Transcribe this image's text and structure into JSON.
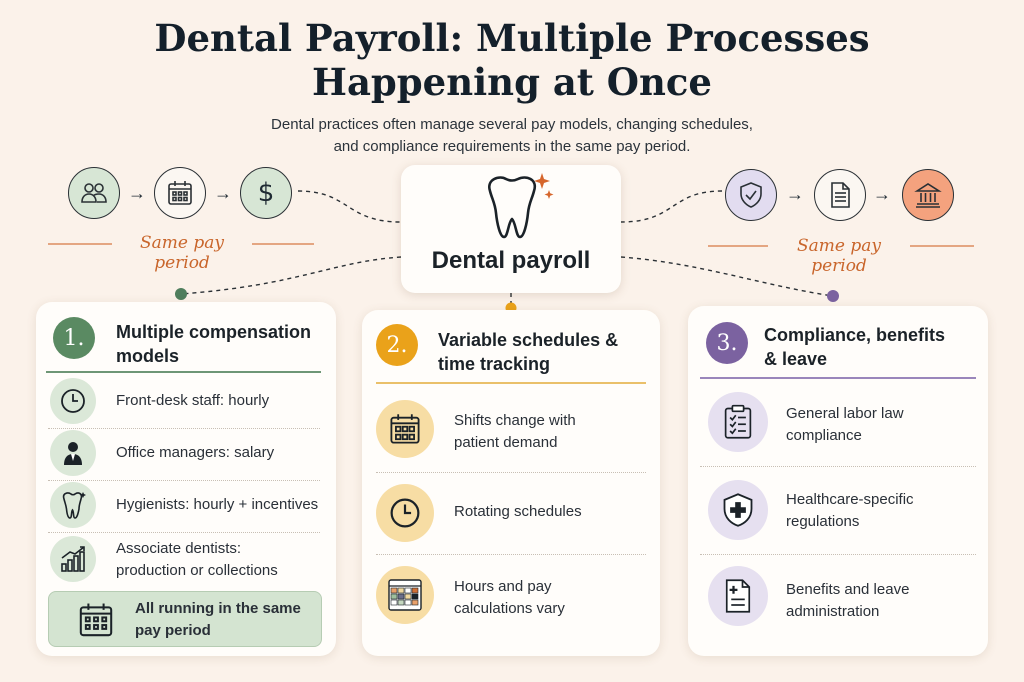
{
  "title": {
    "line1": "Dental Payroll: Multiple Processes",
    "line2": "Happening at Once"
  },
  "subtitle": {
    "line1": "Dental practices often manage several pay models, changing schedules,",
    "line2": "and compliance requirements in the same pay period."
  },
  "left_flow": {
    "icons": [
      "people-icon",
      "calendar-icon",
      "dollar-icon"
    ],
    "label": "Same pay period",
    "colors": {
      "fill": "#d7e6d5"
    }
  },
  "right_flow": {
    "icons": [
      "shield-check-icon",
      "document-icon",
      "bank-icon"
    ],
    "label": "Same pay period",
    "colors": {
      "shield": "#e2dcf0",
      "bank": "#f4a27e"
    }
  },
  "center": {
    "label": "Dental payroll",
    "icon": "tooth-sparkle-icon"
  },
  "cards": [
    {
      "number": "1.",
      "heading_line1": "Multiple compensation",
      "heading_line2": "models",
      "accent": "#5a8a62",
      "items": [
        {
          "icon": "clock-icon",
          "line1": "Front-desk staff: hourly",
          "line2": ""
        },
        {
          "icon": "manager-icon",
          "line1": "Office managers: salary",
          "line2": ""
        },
        {
          "icon": "tooth-icon",
          "line1": "Hygienists: hourly + incentives",
          "line2": ""
        },
        {
          "icon": "growth-chart-icon",
          "line1": "Associate dentists:",
          "line2": "production or collections"
        }
      ],
      "footer": {
        "icon": "calendar-icon",
        "line1": "All running in the same",
        "line2": "pay period"
      }
    },
    {
      "number": "2.",
      "heading_line1": "Variable schedules &",
      "heading_line2": "time tracking",
      "accent": "#eaa21a",
      "items": [
        {
          "icon": "calendar-grid-icon",
          "line1": "Shifts change with",
          "line2": "patient demand"
        },
        {
          "icon": "clock-icon",
          "line1": "Rotating schedules",
          "line2": ""
        },
        {
          "icon": "timesheet-icon",
          "line1": "Hours and pay",
          "line2": "calculations vary"
        }
      ]
    },
    {
      "number": "3.",
      "heading_line1": "Compliance, benefits",
      "heading_line2": "& leave",
      "accent": "#7b62a0",
      "items": [
        {
          "icon": "checklist-icon",
          "line1": "General labor law",
          "line2": "compliance"
        },
        {
          "icon": "medical-shield-icon",
          "line1": "Healthcare-specific",
          "line2": "regulations"
        },
        {
          "icon": "medical-form-icon",
          "line1": "Benefits and leave",
          "line2": "administration"
        }
      ]
    }
  ]
}
